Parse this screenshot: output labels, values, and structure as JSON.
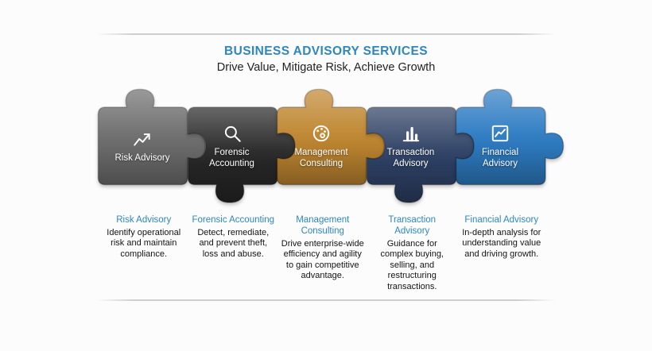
{
  "header": {
    "title": "BUSINESS ADVISORY SERVICES",
    "subtitle": "Drive Value, Mitigate Risk, Achieve Growth",
    "title_color": "#2e86c1",
    "subtitle_color": "#222222"
  },
  "pieces": [
    {
      "label": "Risk Advisory",
      "color": "#6e6e6e",
      "icon": "trend-chart-icon"
    },
    {
      "label": "Forensic Accounting",
      "color": "#262626",
      "icon": "magnifier-icon"
    },
    {
      "label": "Management Consulting",
      "color": "#bf8630",
      "icon": "palette-icon"
    },
    {
      "label": "Transaction Advisory",
      "color": "#2c3f63",
      "icon": "bar-chart-icon"
    },
    {
      "label": "Financial Advisory",
      "color": "#2e7cc3",
      "icon": "area-chart-icon"
    }
  ],
  "captions": [
    {
      "heading": "Risk Advisory",
      "text": "Identify operational risk and maintain compliance."
    },
    {
      "heading": "Forensic Accounting",
      "text": "Detect, remediate, and prevent theft, loss and abuse."
    },
    {
      "heading": "Management Consulting",
      "text": "Drive enterprise-wide efficiency and agility to gain competitive advantage."
    },
    {
      "heading": "Transaction Advisory",
      "text": "Guidance for complex buying, selling, and restructuring transactions."
    },
    {
      "heading": "Financial Advisory",
      "text": "In-depth analysis for understanding value and driving growth."
    }
  ],
  "caption_heading_color": "#2e86c1",
  "divider_color": "#cfcfcf"
}
